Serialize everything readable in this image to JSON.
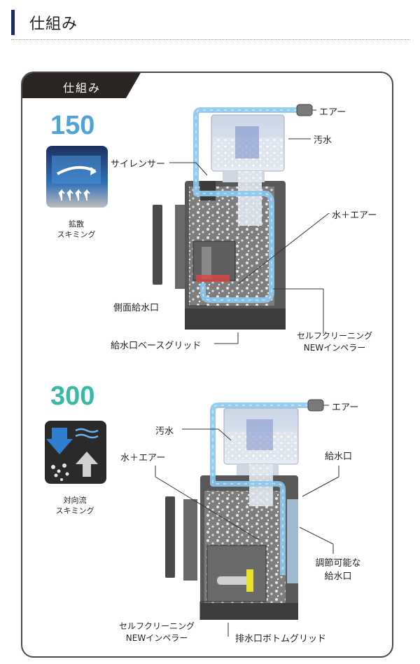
{
  "header": {
    "title": "仕組み"
  },
  "panel": {
    "tab_label": "仕組み"
  },
  "model_150": {
    "number": "150",
    "mode_line1": "拡散",
    "mode_line2": "スキミング",
    "labels": {
      "air": "エアー",
      "dirty_water": "汚水",
      "silencer": "サイレンサー",
      "water_air": "水＋エアー",
      "side_inlet": "側面給水口",
      "self_cleaning_line1": "セルフクリーニング",
      "self_cleaning_line2": "NEWインペラー",
      "inlet_base_grid": "給水口ベースグリッド"
    }
  },
  "model_300": {
    "number": "300",
    "mode_line1": "対向流",
    "mode_line2": "スキミング",
    "labels": {
      "air": "エアー",
      "dirty_water": "汚水",
      "water_air": "水＋エアー",
      "inlet": "給水口",
      "adjustable_line1": "調節可能な",
      "adjustable_line2": "給水口",
      "self_cleaning_line1": "セルフクリーニング",
      "self_cleaning_line2": "NEWインペラー",
      "drain_bottom_grid": "排水口ボトムグリッド"
    }
  },
  "colors": {
    "accent_150": "#4fa3d8",
    "accent_300": "#38b9a6",
    "header_bar": "#1e2a5a",
    "flow_blue": "#8cc8ee",
    "body_gray": "#5a5a5a"
  }
}
